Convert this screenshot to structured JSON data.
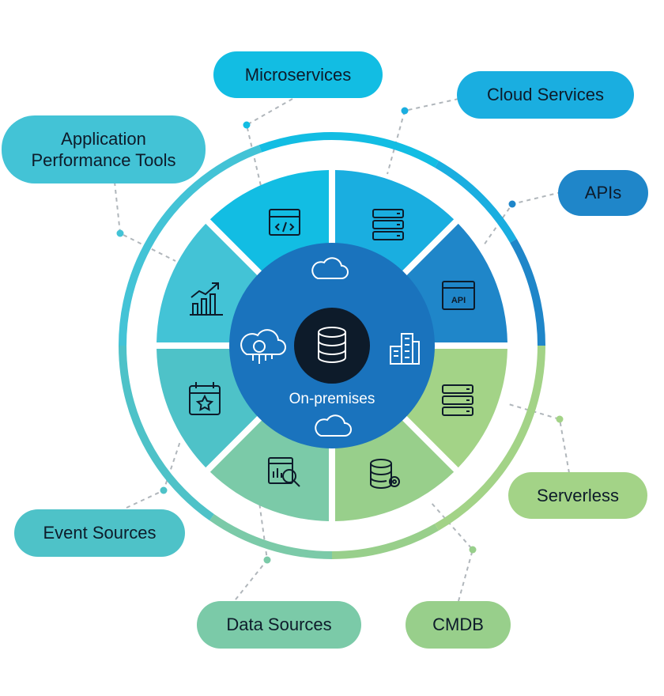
{
  "center": {
    "label": "On-premises"
  },
  "labels": {
    "microservices": "Microservices",
    "cloud_services": "Cloud Services",
    "apis": "APIs",
    "apm_line1": "Application",
    "apm_line2": "Performance Tools",
    "serverless": "Serverless",
    "event_sources": "Event Sources",
    "data_sources": "Data Sources",
    "cmdb": "CMDB"
  },
  "colors": {
    "microservices": "#12bde3",
    "cloud_services": "#1aaee0",
    "apis": "#1f86c9",
    "apm": "#43c3d6",
    "serverless": "#a3d387",
    "cmdb": "#98cf8b",
    "data_sources": "#7bcaa8",
    "event_sources": "#4ec2c8",
    "inner": "#1a73bd",
    "core": "#0d1b2a",
    "connector": "#b0b6bb"
  },
  "icons": {
    "microservices": "code-window-icon",
    "cloud_services": "server-stack-icon",
    "apis": "api-window-icon",
    "apm": "growth-chart-icon",
    "serverless": "server-stack-icon",
    "cmdb": "database-gear-icon",
    "data_sources": "data-search-icon",
    "event_sources": "calendar-star-icon",
    "inner_top": "cloud-icon",
    "inner_bottom": "cloud-icon",
    "inner_left": "bitcoin-cloud-icon",
    "inner_right": "buildings-icon",
    "core": "database-icon"
  }
}
